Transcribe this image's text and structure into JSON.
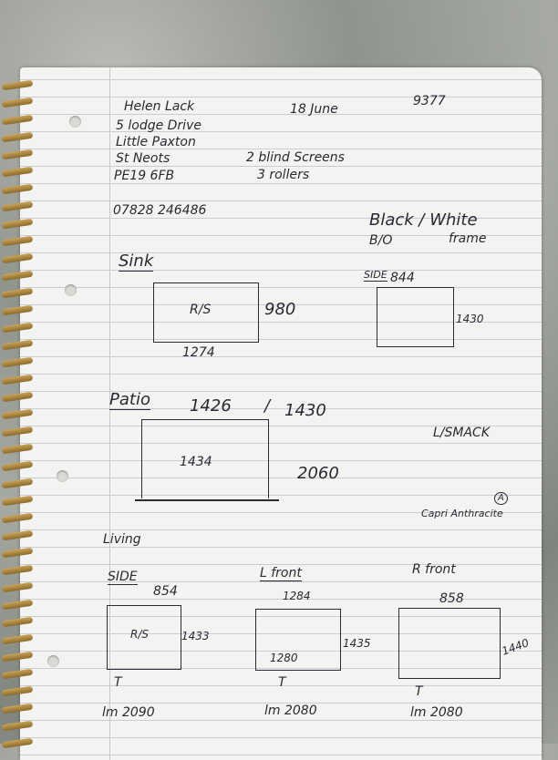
{
  "header": {
    "customer_name": "Helen Lack",
    "date": "18 June",
    "job_number": "9377",
    "address": [
      "5 lodge Drive",
      "Little Paxton",
      "St Neots",
      "PE19 6FB"
    ],
    "phone": "07828 246486",
    "order": [
      "2 blind Screens",
      "3 rollers"
    ]
  },
  "colour_note": {
    "line1": "Black / White",
    "line2_left": "B/O",
    "line2_right": "frame"
  },
  "sink": {
    "title": "Sink",
    "box_label": "R/S",
    "height": "980",
    "width": "1274",
    "side": {
      "label": "SIDE",
      "width": "844",
      "height": "1430"
    }
  },
  "patio": {
    "title": "Patio",
    "top": "1426",
    "top_alt": "1430",
    "middle": "1434",
    "height": "2060",
    "note": "L/SMACK",
    "badge": "A",
    "colour": "Capri Anthracite"
  },
  "living": {
    "title": "Living",
    "windows": [
      {
        "label": "SIDE",
        "width": "854",
        "box_label": "R/S",
        "height": "1433",
        "mark": "T",
        "drop": "lm 2090"
      },
      {
        "label": "L front",
        "width": "1284",
        "box_label": "1280",
        "height": "1435",
        "mark": "T",
        "drop": "lm 2080"
      },
      {
        "label": "R front",
        "width": "858",
        "box_label": "",
        "height": "1440",
        "mark": "T",
        "drop": "lm 2080"
      }
    ]
  }
}
